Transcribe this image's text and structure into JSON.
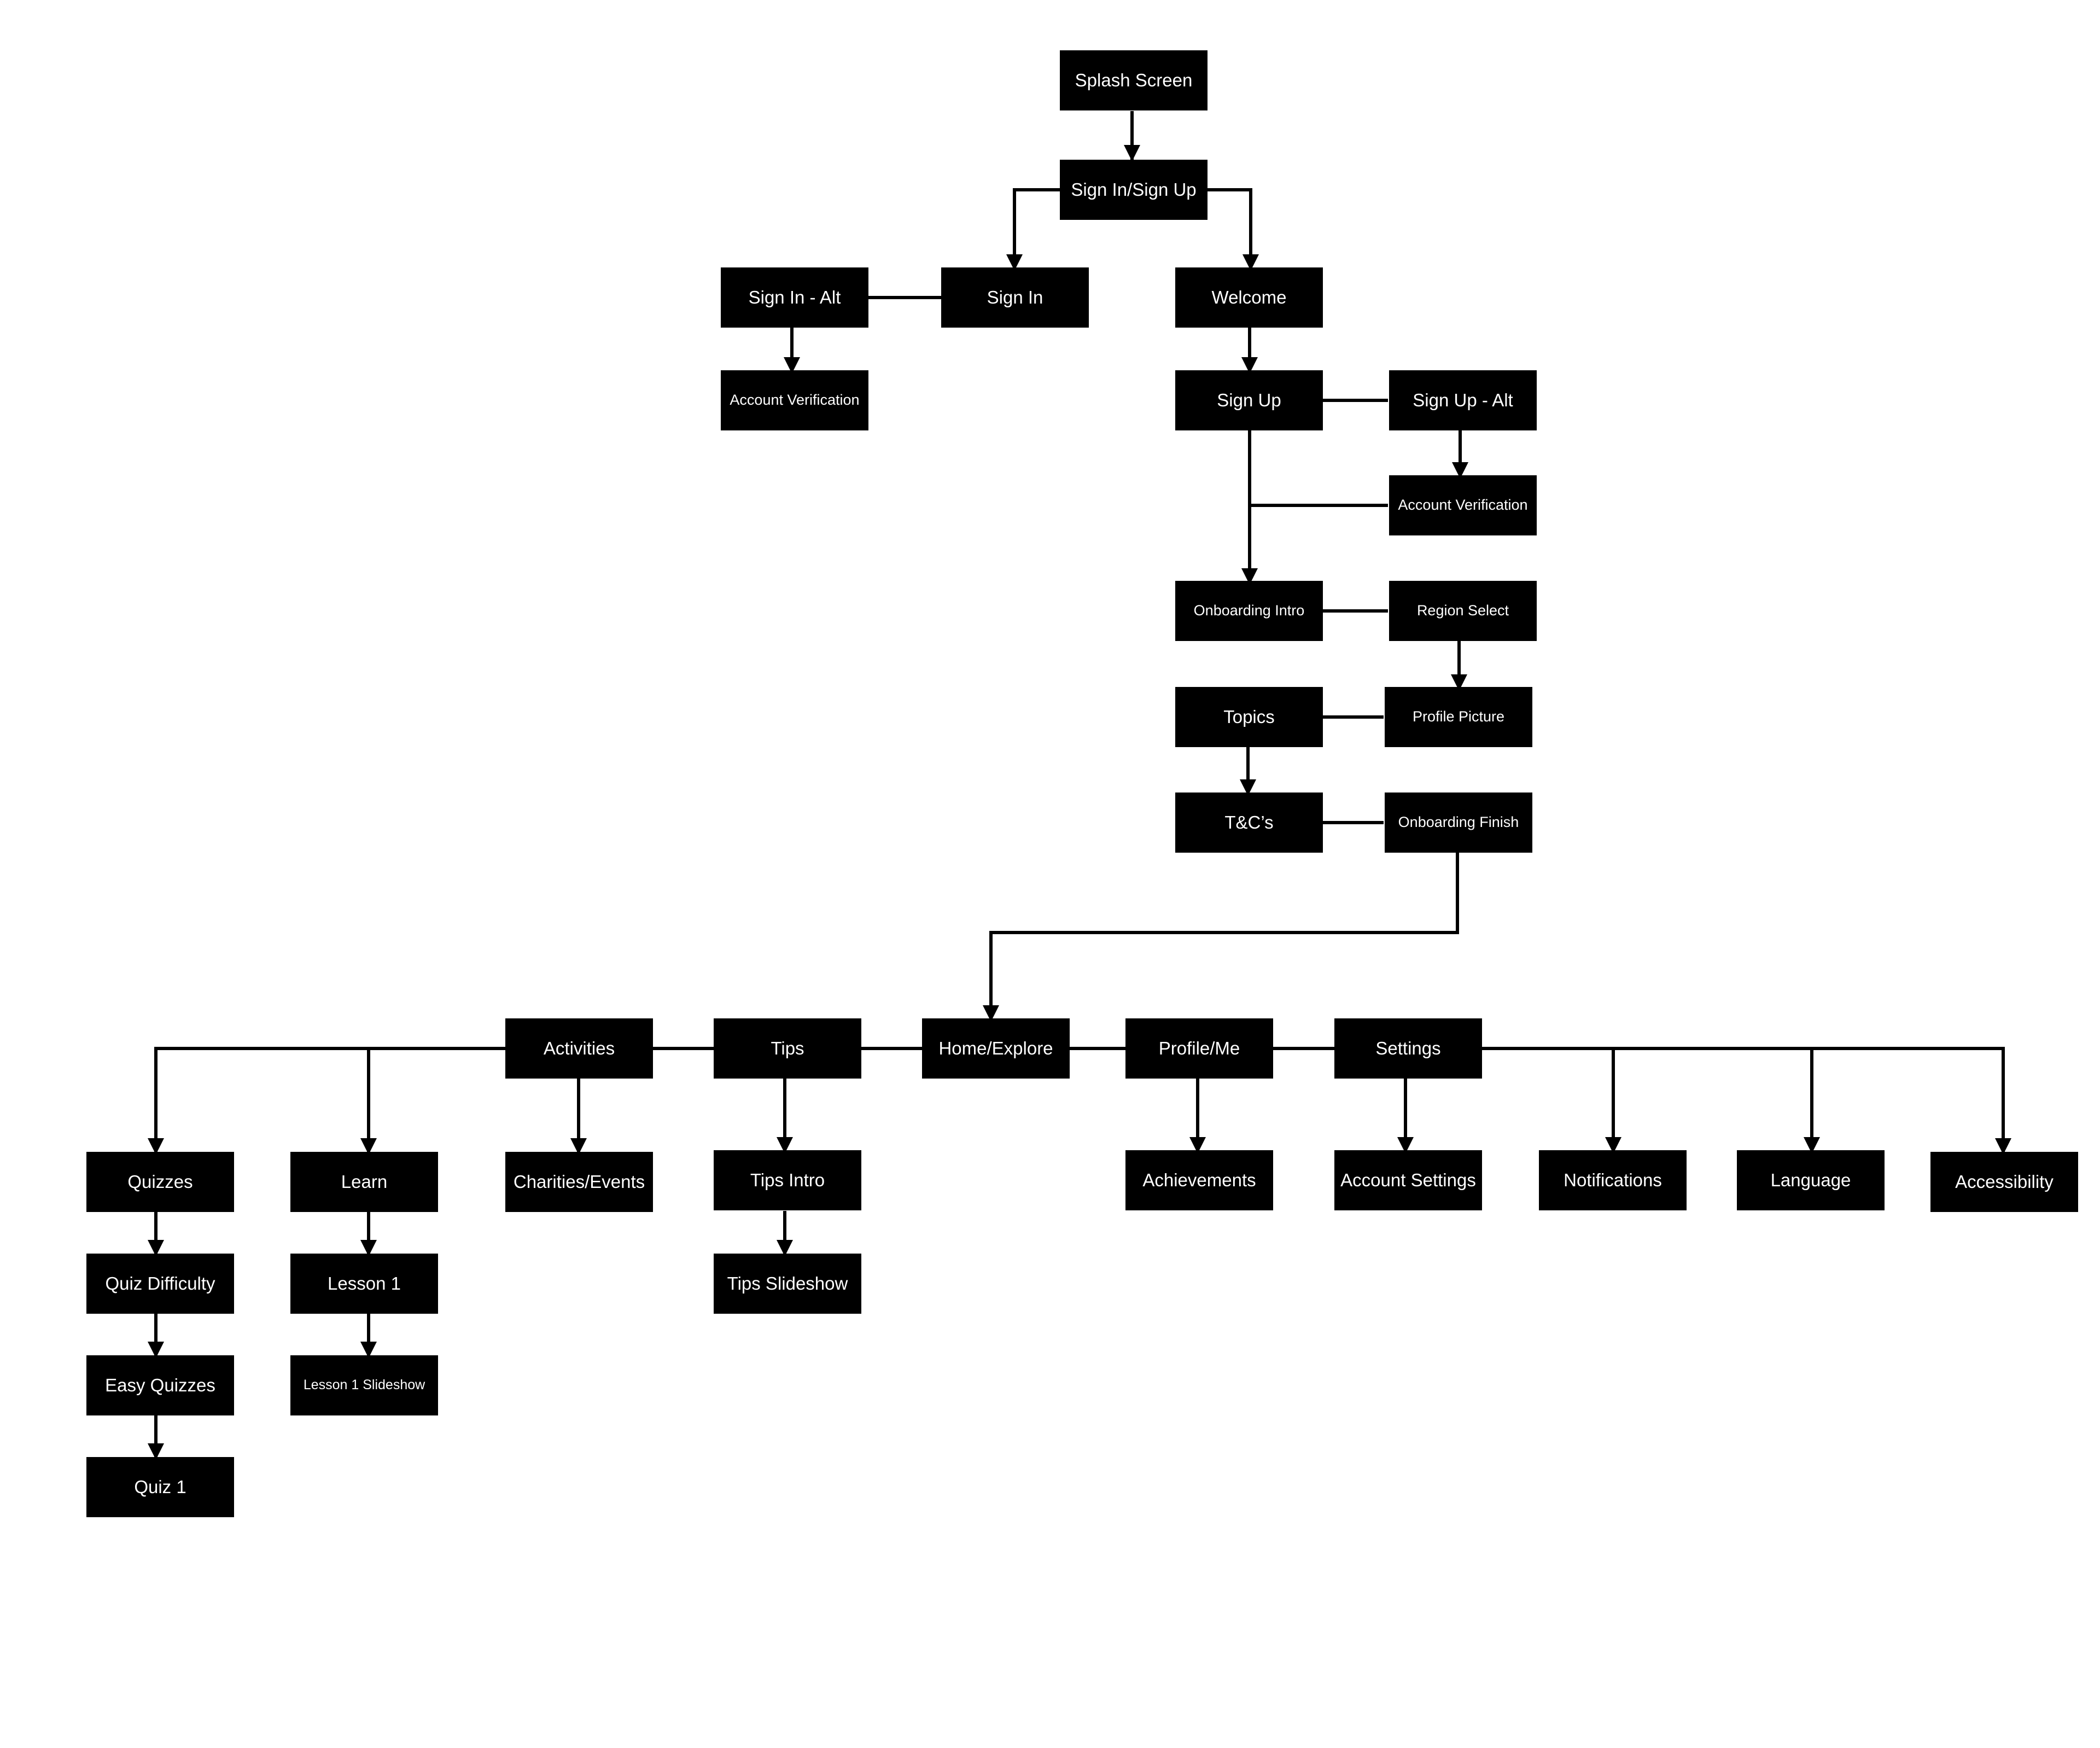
{
  "colors": {
    "node_fill": "#000000",
    "node_text": "#ffffff",
    "connector": "#000000",
    "background": "#ffffff"
  },
  "nodes": {
    "splash_screen": "Splash Screen",
    "sign_in_sign_up": "Sign In/Sign Up",
    "sign_in_alt": "Sign In - Alt",
    "sign_in": "Sign In",
    "welcome": "Welcome",
    "account_verification_left": "Account Verification",
    "sign_up": "Sign Up",
    "sign_up_alt": "Sign Up - Alt",
    "account_verification_right": "Account Verification",
    "onboarding_intro": "Onboarding Intro",
    "region_select": "Region Select",
    "topics": "Topics",
    "profile_picture": "Profile Picture",
    "tcs": "T&C’s",
    "onboarding_finish": "Onboarding Finish",
    "activities": "Activities",
    "tips": "Tips",
    "home_explore": "Home/Explore",
    "profile_me": "Profile/Me",
    "settings": "Settings",
    "quizzes": "Quizzes",
    "learn": "Learn",
    "charities_events": "Charities/Events",
    "tips_intro": "Tips Intro",
    "achievements": "Achievements",
    "account_settings": "Account Settings",
    "notifications": "Notifications",
    "language": "Language",
    "accessibility": "Accessibility",
    "quiz_difficulty": "Quiz Difficulty",
    "lesson_1": "Lesson 1",
    "tips_slideshow": "Tips Slideshow",
    "easy_quizzes": "Easy Quizzes",
    "lesson_1_slideshow": "Lesson 1 Slideshow",
    "quiz_1": "Quiz 1"
  }
}
